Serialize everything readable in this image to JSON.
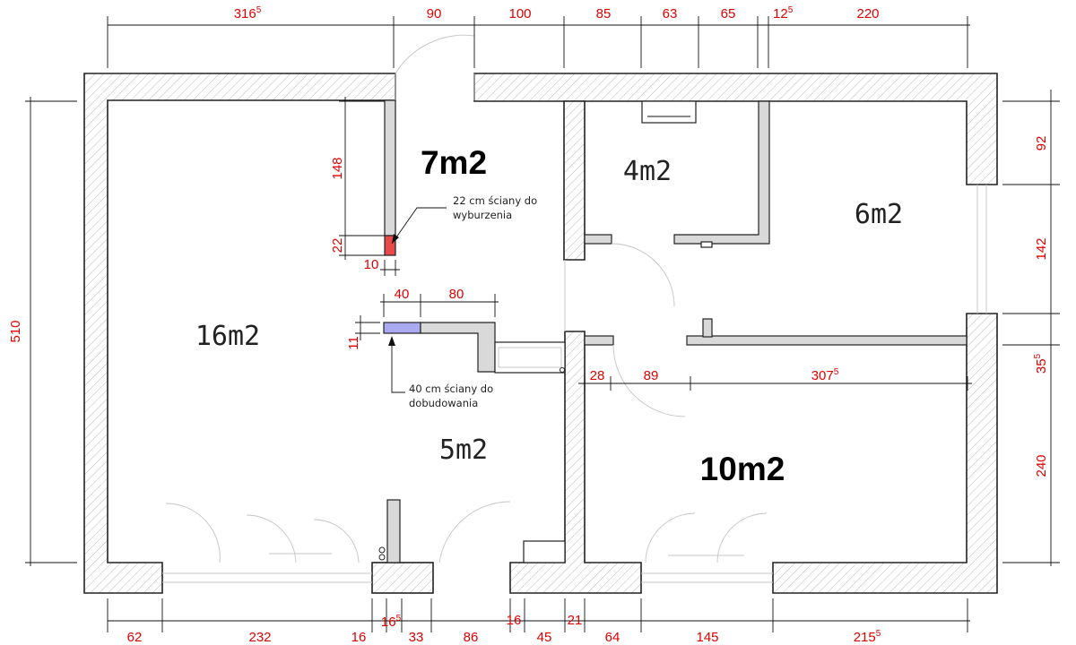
{
  "rooms": {
    "living": "16m2",
    "hall": "7m2",
    "small_room": "4m2",
    "room_east": "6m2",
    "middle": "5m2",
    "bedroom": "10m2"
  },
  "notes": {
    "demolish_line1": "22 cm ściany do",
    "demolish_line2": "wyburzenia",
    "build_line1": "40 cm ściany do",
    "build_line2": "dobudowania"
  },
  "dimensions": {
    "top": [
      "316",
      "90",
      "100",
      "85",
      "63",
      "65",
      "12",
      "220"
    ],
    "top_sup": {
      "first": "5",
      "seventh": "5"
    },
    "bottom": [
      "62",
      "232",
      "16",
      "16",
      "33",
      "86",
      "16",
      "45",
      "21",
      "64",
      "145",
      "215"
    ],
    "bottom_sup": {
      "fourth": "5",
      "last": "5"
    },
    "left": "510",
    "right": [
      "92",
      "142",
      "35",
      "240"
    ],
    "right_sup": {
      "third": "5"
    },
    "inner": {
      "h148": "148",
      "h22": "22",
      "w10": "10",
      "w40": "40",
      "w80": "80",
      "h11": "11",
      "w28": "28",
      "w89": "89",
      "w307": "307",
      "w307_sup": "5"
    }
  },
  "colors": {
    "dimension_text": "#e00000",
    "wall_to_demolish": "#e84a4a",
    "wall_to_build": "#a9aaf2"
  }
}
